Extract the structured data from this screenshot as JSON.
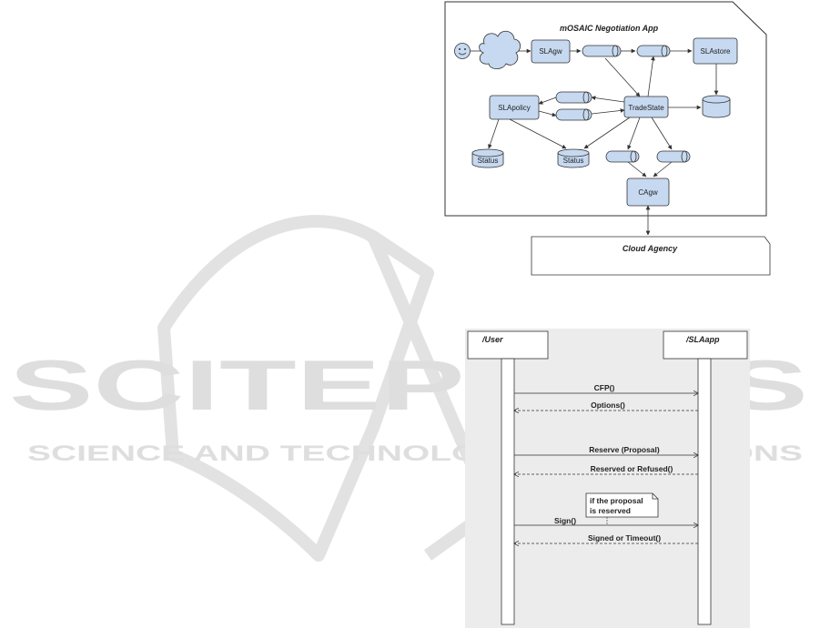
{
  "watermark": {
    "brand": "SCITEPRESS",
    "tagline": "SCIENCE AND TECHNOLOGY PUBLICATIONS"
  },
  "app_diagram": {
    "title": "mOSAIC Negotiation App",
    "components": {
      "slagw": "SLAgw",
      "slastore": "SLAstore",
      "slapolicy": "SLApolicy",
      "tradestate": "TradeState",
      "cagw": "CAgw"
    },
    "stores": {
      "status_left": "Status",
      "status_mid": "Status"
    },
    "agency": "Cloud Agency"
  },
  "sequence_diagram": {
    "lifelines": {
      "user": "/User",
      "app": "/SLAapp"
    },
    "messages": [
      {
        "label": "CFP()",
        "direction": "forward",
        "style": "solid"
      },
      {
        "label": "Options()",
        "direction": "back",
        "style": "dashed"
      },
      {
        "label": "Reserve (Proposal)",
        "direction": "forward",
        "style": "solid"
      },
      {
        "label": "Reserved or Refused()",
        "direction": "back",
        "style": "dashed"
      },
      {
        "label": "Sign()",
        "direction": "forward",
        "style": "solid"
      },
      {
        "label": "Signed or Timeout()",
        "direction": "back",
        "style": "dashed"
      }
    ],
    "note": {
      "line1": "if the proposal",
      "line2": "is reserved"
    }
  },
  "colors": {
    "component_fill": "#c6d9f0",
    "sequence_bg": "#ececec",
    "stroke": "#333333"
  }
}
